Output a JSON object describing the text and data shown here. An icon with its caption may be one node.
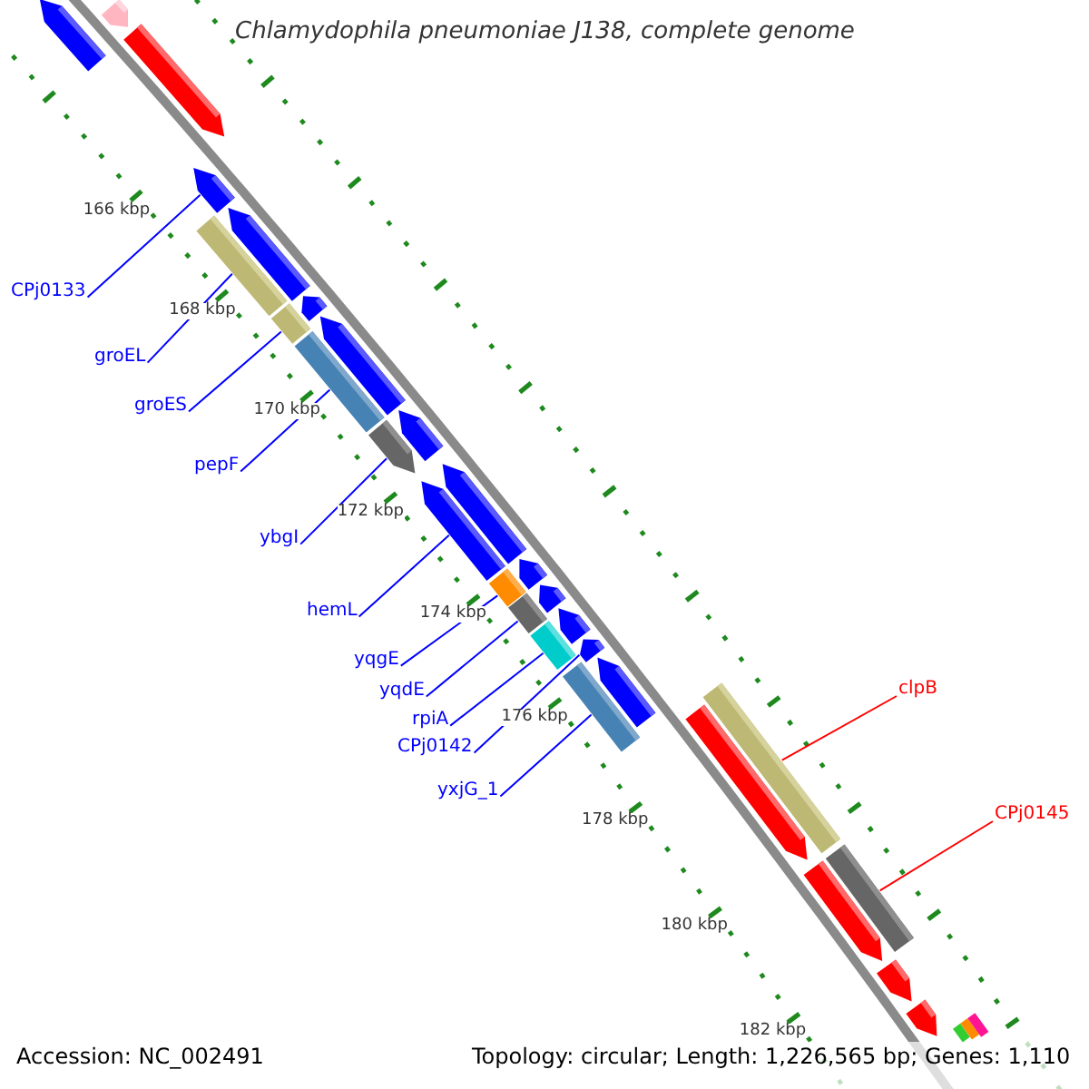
{
  "diagram": {
    "title": "Chlamydophila pneumoniae J138, complete genome",
    "nodes": [
      {
        "text": [
          "CPj0133"
        ]
      },
      {
        "text": [
          "groEL"
        ]
      },
      {
        "text": [
          "groES"
        ]
      },
      {
        "text": [
          "pepF"
        ]
      },
      {
        "text": [
          "ybgI"
        ]
      },
      {
        "text": [
          "hemL"
        ]
      },
      {
        "text": [
          "yqgE"
        ]
      },
      {
        "text": [
          "clpB"
        ]
      },
      {
        "text": [
          "yqdE"
        ]
      },
      {
        "text": [
          "rpiA"
        ]
      },
      {
        "text": [
          "CPj0142"
        ]
      },
      {
        "text": [
          "yxjG_1"
        ]
      },
      {
        "text": [
          "CPj0145"
        ]
      },
      {
        "text": [],
        "shape": "arrow"
      },
      {
        "text": [],
        "shape": "arrow"
      },
      {
        "text": [],
        "shape": "arrow"
      },
      {
        "text": [],
        "shape": "arrow"
      },
      {
        "text": [],
        "shape": "box"
      },
      {
        "text": [],
        "shape": "arrow"
      },
      {
        "text": [],
        "shape": "box"
      },
      {
        "text": [],
        "shape": "arrow"
      },
      {
        "text": [],
        "shape": "arrow"
      },
      {
        "text": [],
        "shape": "box"
      },
      {
        "text": [],
        "shape": "arrow"
      },
      {
        "text": [],
        "shape": "arrow"
      },
      {
        "text": [],
        "shape": "arrow"
      },
      {
        "text": [],
        "shape": "arrow"
      },
      {
        "text": [],
        "shape": "arrow"
      },
      {
        "text": [],
        "shape": "box"
      },
      {
        "text": [],
        "shape": "arrow"
      },
      {
        "text": [],
        "shape": "box"
      },
      {
        "text": [],
        "shape": "box"
      },
      {
        "text": [],
        "shape": "arrow"
      },
      {
        "text": [],
        "shape": "arrow"
      },
      {
        "text": [],
        "shape": "box"
      },
      {
        "text": [],
        "shape": "arrow"
      },
      {
        "text": [],
        "shape": "box"
      },
      {
        "text": [],
        "shape": "arrow"
      },
      {
        "text": [],
        "shape": "box"
      },
      {
        "text": [],
        "shape": "arrow"
      },
      {
        "text": [],
        "shape": "arrow"
      },
      {
        "text": [],
        "shape": "arrow"
      },
      {
        "text": [],
        "shape": "box"
      },
      {
        "text": [],
        "shape": "box"
      },
      {
        "text": [],
        "shape": "box"
      }
    ],
    "edges": [
      {
        "from": 0,
        "to": 16,
        "arrow": "none"
      },
      {
        "from": 1,
        "to": 17,
        "arrow": "none"
      },
      {
        "from": 2,
        "to": 19,
        "arrow": "none"
      },
      {
        "from": 3,
        "to": 22,
        "arrow": "none"
      },
      {
        "from": 4,
        "to": 24,
        "arrow": "none"
      },
      {
        "from": 5,
        "to": 26,
        "arrow": "none"
      },
      {
        "from": 6,
        "to": 28,
        "arrow": "none"
      },
      {
        "from": 7,
        "to": 36,
        "arrow": "none",
        "color": "#ff0000"
      },
      {
        "from": 8,
        "to": 30,
        "arrow": "none"
      },
      {
        "from": 9,
        "to": 31,
        "arrow": "none"
      },
      {
        "from": 10,
        "to": 33,
        "arrow": "none"
      },
      {
        "from": 11,
        "to": 34,
        "arrow": "none"
      },
      {
        "from": 12,
        "to": 38,
        "arrow": "none",
        "color": "#ff0000"
      }
    ],
    "labels": [
      "166 kbp",
      "168 kbp",
      "170 kbp",
      "172 kbp",
      "174 kbp",
      "176 kbp",
      "178 kbp",
      "180 kbp",
      "182 kbp",
      "Accession: NC_002491",
      "Topology: circular; Length: 1,226,565 bp; Genes: 1,110"
    ]
  }
}
